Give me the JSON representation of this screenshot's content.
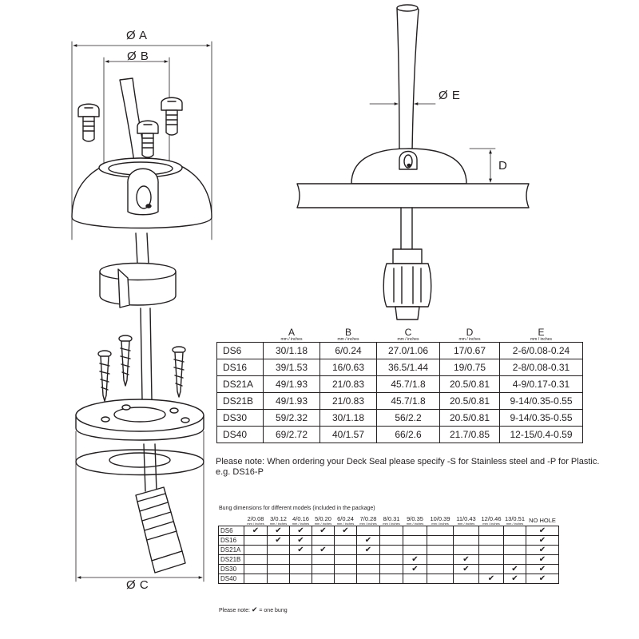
{
  "dimension_labels": {
    "a": "Ø A",
    "b": "Ø B",
    "c": "Ø C",
    "d": "D",
    "e": "Ø E"
  },
  "dimensions_table": {
    "unit_label": "mm / inches",
    "columns": [
      "A",
      "B",
      "C",
      "D",
      "E"
    ],
    "rows": [
      {
        "model": "DS6",
        "values": [
          "30/1.18",
          "6/0.24",
          "27.0/1.06",
          "17/0.67",
          "2-6/0.08-0.24"
        ]
      },
      {
        "model": "DS16",
        "values": [
          "39/1.53",
          "16/0.63",
          "36.5/1.44",
          "19/0.75",
          "2-8/0.08-0.31"
        ]
      },
      {
        "model": "DS21A",
        "values": [
          "49/1.93",
          "21/0.83",
          "45.7/1.8",
          "20.5/0.81",
          "4-9/0.17-0.31"
        ]
      },
      {
        "model": "DS21B",
        "values": [
          "49/1.93",
          "21/0.83",
          "45.7/1.8",
          "20.5/0.81",
          "9-14/0.35-0.55"
        ]
      },
      {
        "model": "DS30",
        "values": [
          "59/2.32",
          "30/1.18",
          "56/2.2",
          "20.5/0.81",
          "9-14/0.35-0.55"
        ]
      },
      {
        "model": "DS40",
        "values": [
          "69/2.72",
          "40/1.57",
          "66/2.6",
          "21.7/0.85",
          "12-15/0.4-0.59"
        ]
      }
    ]
  },
  "order_note": {
    "line1": "Please note: When ordering your Deck Seal please specify -S for Stainless steel and -P for Plastic.",
    "line2": "e.g. DS16-P"
  },
  "bung_table": {
    "title": "Bung dimensions for different models (included in the package)",
    "unit_label": "mm / inches",
    "columns": [
      "2/0.08",
      "3/0.12",
      "4/0.16",
      "5/0.20",
      "6/0.24",
      "7/0.28",
      "8/0.31",
      "9/0.35",
      "10/0.39",
      "11/0.43",
      "12/0.46",
      "13/0.51",
      "NO HOLE"
    ],
    "check_mark": "✔",
    "rows": [
      {
        "model": "DS6",
        "checks": [
          true,
          true,
          true,
          true,
          true,
          false,
          false,
          false,
          false,
          false,
          false,
          false,
          true
        ]
      },
      {
        "model": "DS16",
        "checks": [
          false,
          true,
          true,
          false,
          false,
          true,
          false,
          false,
          false,
          false,
          false,
          false,
          true
        ]
      },
      {
        "model": "DS21A",
        "checks": [
          false,
          false,
          true,
          true,
          false,
          true,
          false,
          false,
          false,
          false,
          false,
          false,
          true
        ]
      },
      {
        "model": "DS21B",
        "checks": [
          false,
          false,
          false,
          false,
          false,
          false,
          false,
          true,
          false,
          true,
          false,
          false,
          true
        ]
      },
      {
        "model": "DS30",
        "checks": [
          false,
          false,
          false,
          false,
          false,
          false,
          false,
          true,
          false,
          true,
          false,
          true,
          true
        ]
      },
      {
        "model": "DS40",
        "checks": [
          false,
          false,
          false,
          false,
          false,
          false,
          false,
          false,
          false,
          false,
          true,
          true,
          true
        ]
      }
    ]
  },
  "bung_note": {
    "prefix": "Please note:",
    "check_mark": "✔",
    "suffix": "= one bung"
  }
}
